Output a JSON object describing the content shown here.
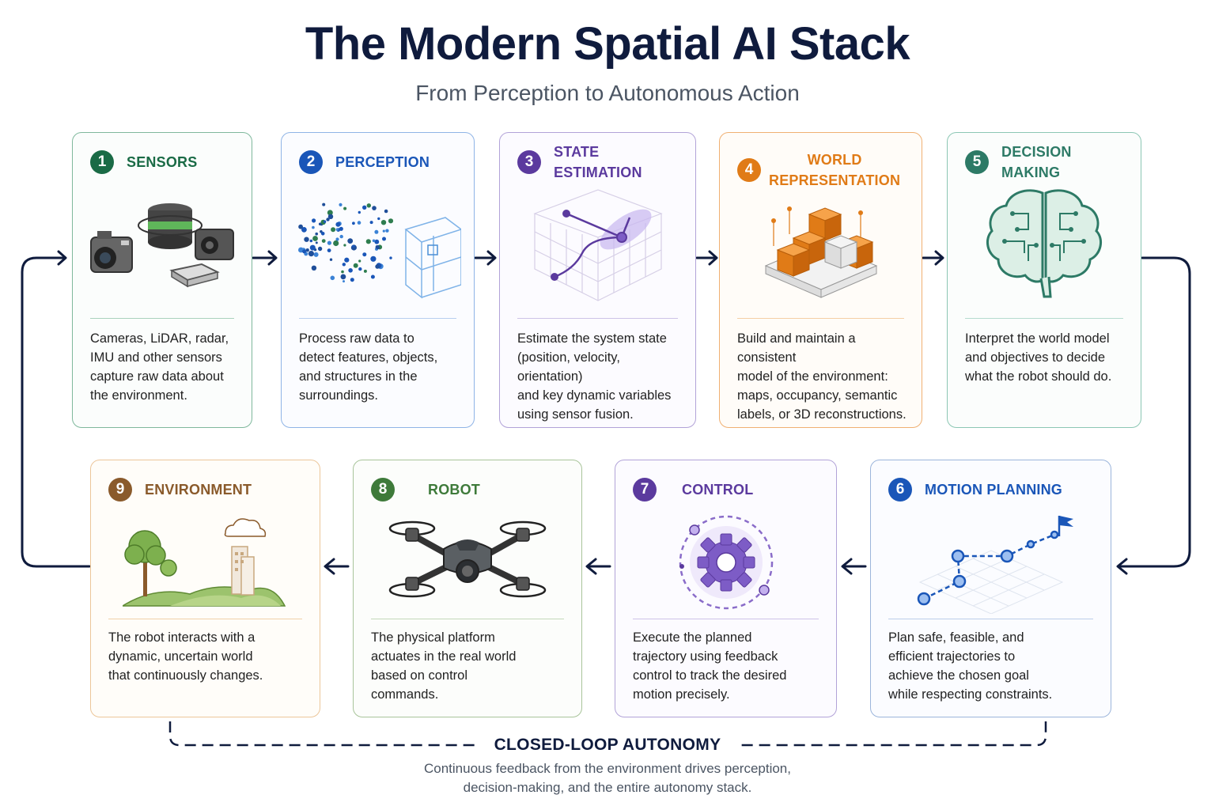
{
  "title": "The Modern Spatial AI Stack",
  "subtitle": "From Perception to Autonomous Action",
  "stages": [
    {
      "number": "1",
      "title": "SENSORS",
      "icon": "sensors-icon",
      "color": "#1a6b46",
      "desc_lines": [
        "Cameras, LiDAR, radar,",
        "IMU and other sensors",
        "capture raw data about",
        "the environment."
      ]
    },
    {
      "number": "2",
      "title": "PERCEPTION",
      "icon": "point-cloud-icon",
      "color": "#1a56b8",
      "desc_lines": [
        "Process raw data to",
        "detect features, objects,",
        "and structures in the",
        "surroundings."
      ]
    },
    {
      "number": "3",
      "title": "STATE ESTIMATION",
      "icon": "state-graph-icon",
      "color": "#5b3a9e",
      "desc_lines": [
        "Estimate the system state",
        "(position, velocity, orientation)",
        "and key dynamic variables",
        "using sensor fusion."
      ]
    },
    {
      "number": "4",
      "title_lines": [
        "WORLD",
        "REPRESENTATION"
      ],
      "icon": "voxel-map-icon",
      "color": "#e07b17",
      "desc_lines": [
        "Build and maintain a consistent",
        "model of the environment:",
        "maps, occupancy, semantic",
        "labels, or 3D reconstructions."
      ]
    },
    {
      "number": "5",
      "title": "DECISION MAKING",
      "icon": "brain-icon",
      "color": "#2d7a66",
      "desc_lines": [
        "Interpret the world model",
        "and objectives to decide",
        "what the robot should do."
      ]
    },
    {
      "number": "6",
      "title": "MOTION PLANNING",
      "icon": "trajectory-flag-icon",
      "color": "#1a56b8",
      "desc_lines": [
        "Plan safe, feasible, and",
        "efficient trajectories to",
        "achieve the chosen goal",
        "while respecting constraints."
      ]
    },
    {
      "number": "7",
      "title": "CONTROL",
      "icon": "gear-loop-icon",
      "color": "#5b3a9e",
      "desc_lines": [
        "Execute the planned",
        "trajectory using feedback",
        "control to track the desired",
        "motion precisely."
      ]
    },
    {
      "number": "8",
      "title": "ROBOT",
      "icon": "drone-icon",
      "color": "#3e7a3a",
      "desc_lines": [
        "The physical platform",
        "actuates in the real world",
        "based on control",
        "commands."
      ]
    },
    {
      "number": "9",
      "title": "ENVIRONMENT",
      "icon": "landscape-icon",
      "color": "#8a5a2b",
      "desc_lines": [
        "The robot interacts with a",
        "dynamic, uncertain world",
        "that continuously changes."
      ]
    }
  ],
  "footer": {
    "title": "CLOSED-LOOP AUTONOMY",
    "desc_lines": [
      "Continuous feedback from the environment drives perception,",
      "decision-making, and the entire autonomy stack."
    ]
  }
}
